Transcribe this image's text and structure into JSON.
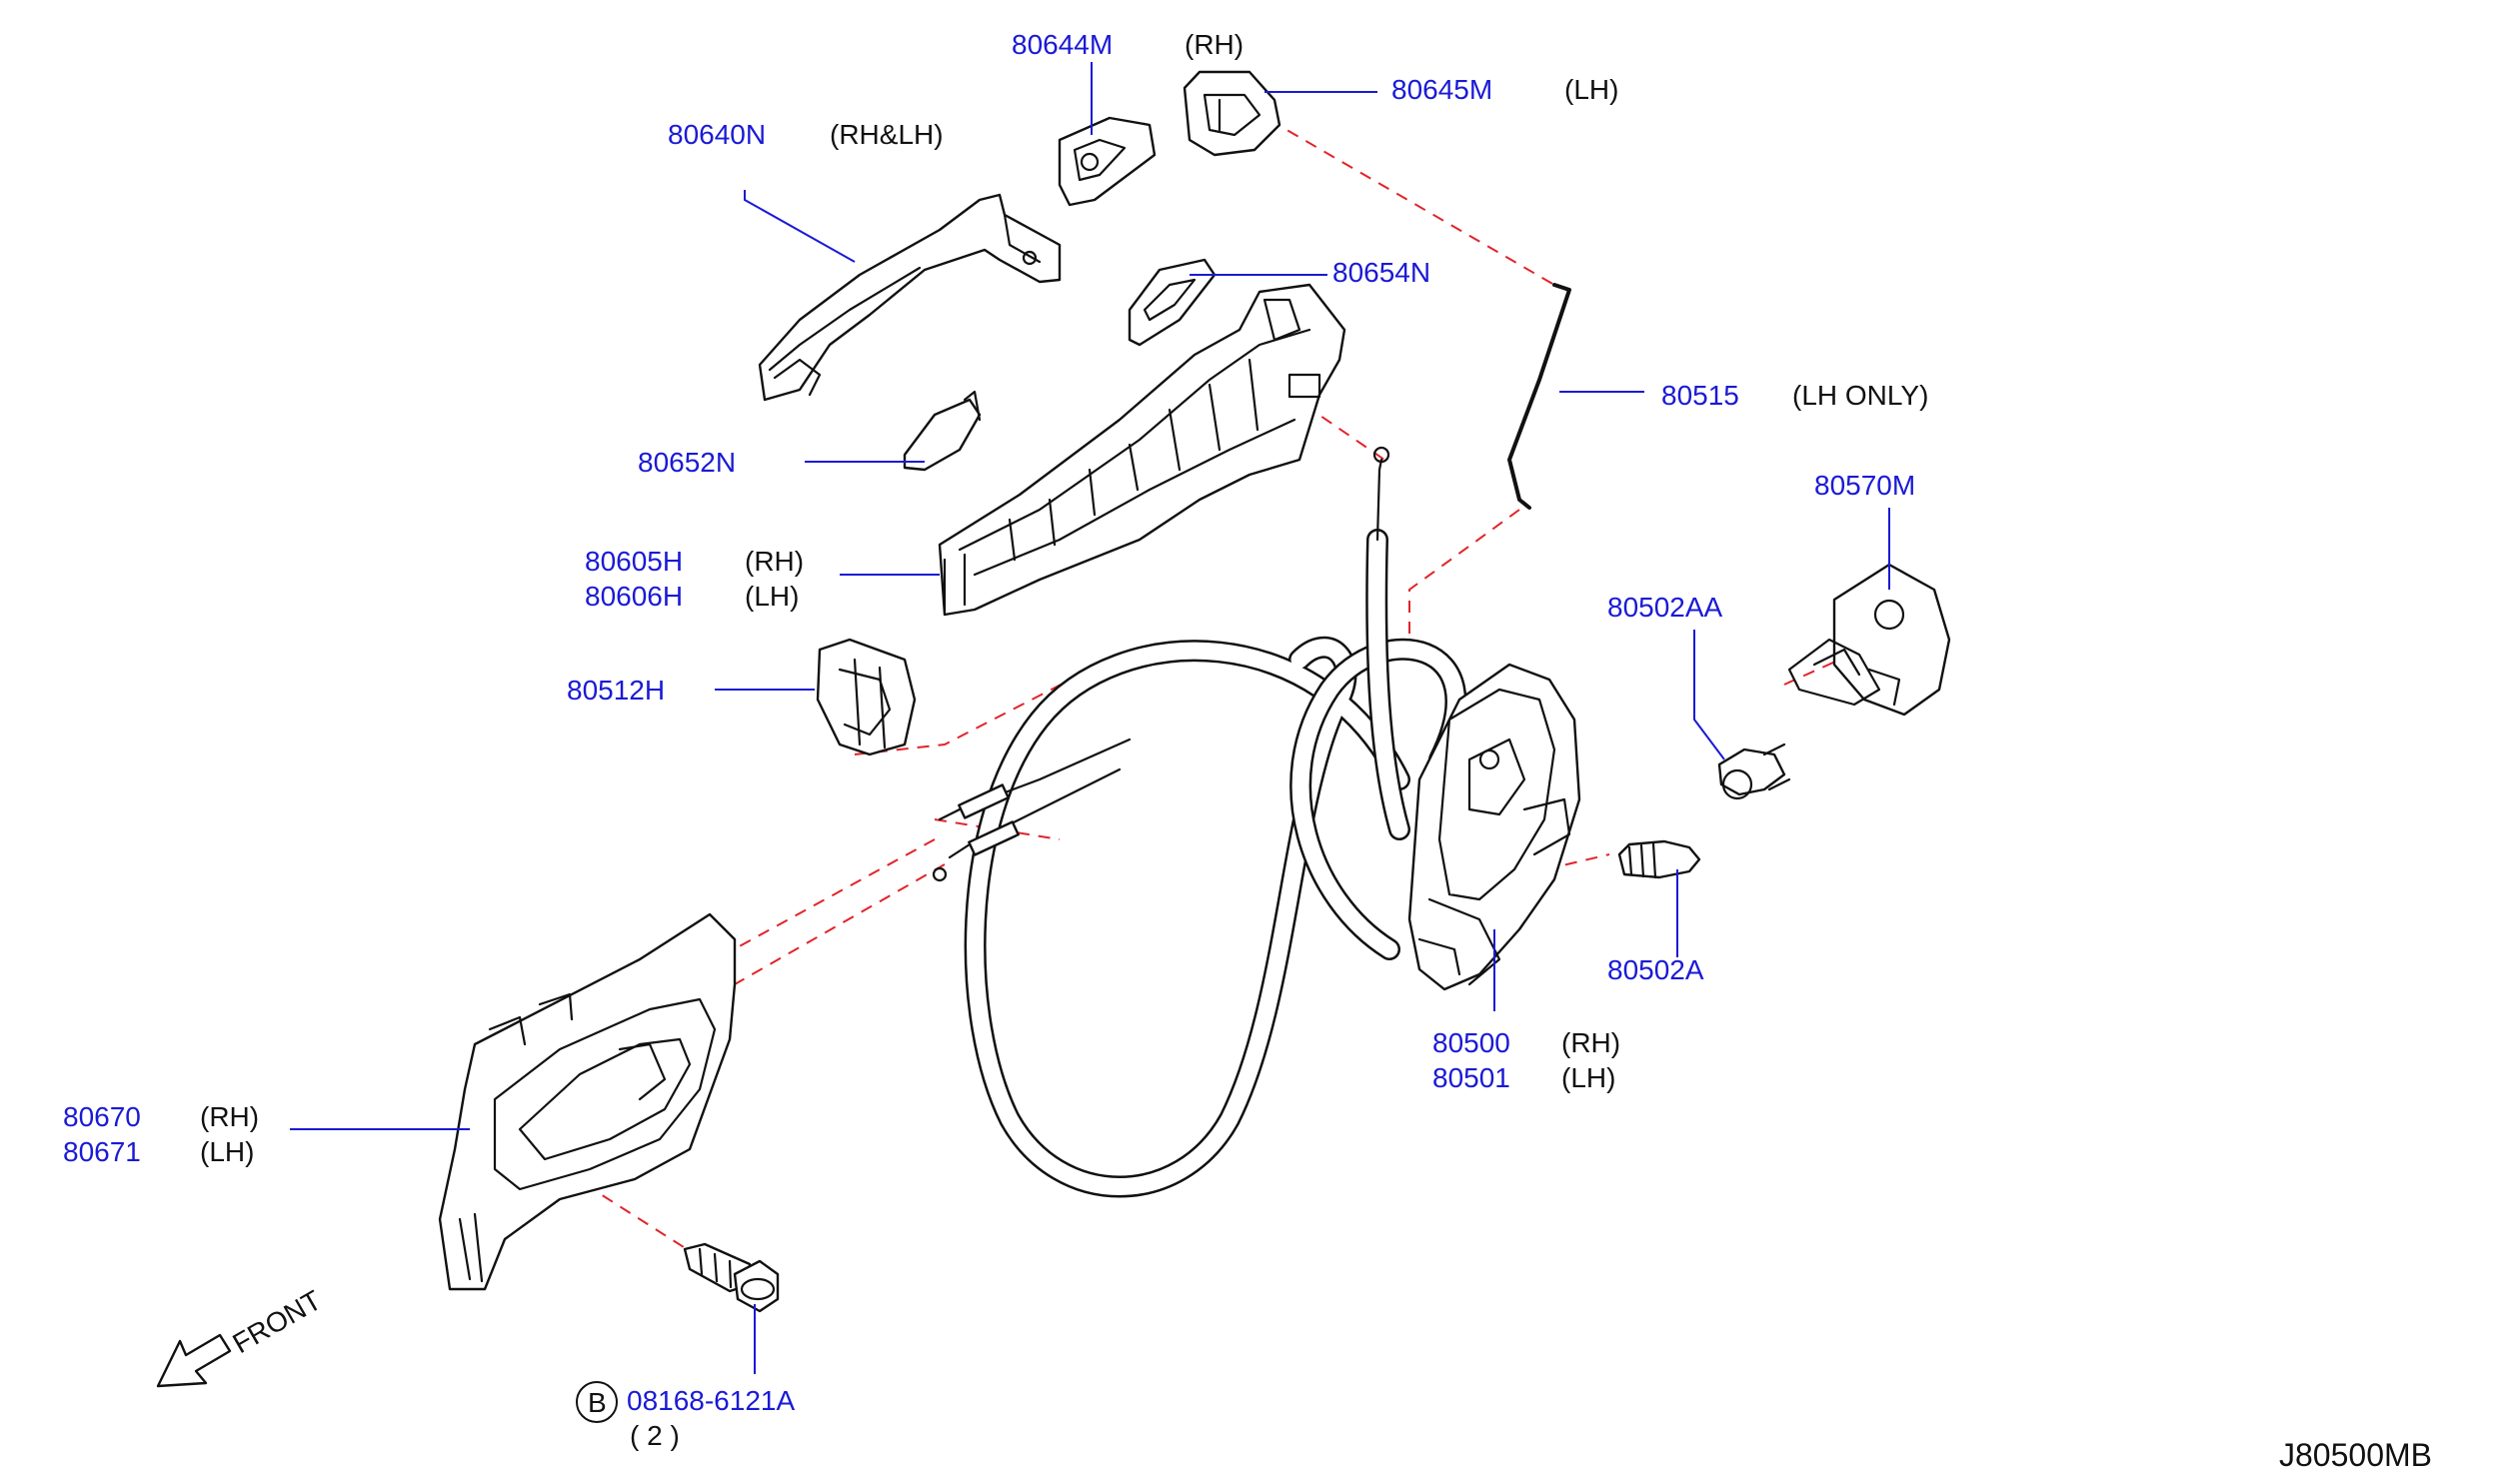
{
  "callouts": {
    "p80644m": "80644M",
    "p80644m_side": "(RH)",
    "p80645m": "80645M",
    "p80645m_side": "(LH)",
    "p80640n": "80640N",
    "p80640n_side": "(RH&LH)",
    "p80654n": "80654N",
    "p80515": "80515",
    "p80515_side": "(LH   ONLY)",
    "p80652n": "80652N",
    "p80570m": "80570M",
    "p80605h": "80605H",
    "p80605h_side": "(RH)",
    "p80606h": "80606H",
    "p80606h_side": "(LH)",
    "p80502aa": "80502AA",
    "p80512h": "80512H",
    "p80502a": "80502A",
    "p80500": "80500",
    "p80500_side": "(RH)",
    "p80501": "80501",
    "p80501_side": "(LH)",
    "p80670": "80670",
    "p80670_side": "(RH)",
    "p80671": "80671",
    "p80671_side": "(LH)",
    "bolt_symbol": "B",
    "p08168": "08168-6121A",
    "bolt_qty": "( 2 )"
  },
  "front_label": "FRONT",
  "diagram_code": "J80500MB",
  "colors": {
    "callout": "#1a1ad6",
    "hidden_line": "#e0242a",
    "part_outline": "#111111"
  }
}
